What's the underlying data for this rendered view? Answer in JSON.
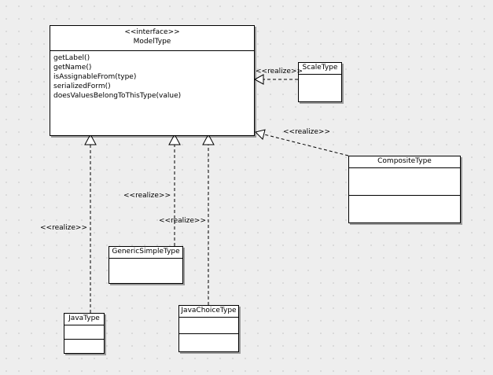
{
  "diagram": {
    "type": "uml-class-diagram",
    "background_color": "#eeeeee",
    "grid_color": "#d8d8d8",
    "box_fill": "#ffffff",
    "line_color": "#000000"
  },
  "classes": {
    "modeltype": {
      "stereotype": "<<interface>>",
      "name": "ModelType",
      "methods": [
        "getLabel()",
        "getName()",
        "isAssignableFrom(type)",
        "serializedForm()",
        "doesValuesBelongToThisType(value)"
      ]
    },
    "scaletype": {
      "name": "ScaleType",
      "methods": []
    },
    "compositetype": {
      "name": "CompositeType",
      "methods": []
    },
    "genericsimpletype": {
      "name": "GenericSimpleType",
      "methods": []
    },
    "javatype": {
      "name": "JavaType",
      "methods": []
    },
    "javachoicetype": {
      "name": "JavaChoiceType",
      "methods": []
    }
  },
  "relationships": [
    {
      "id": "realize-scale",
      "label": "<<realize>>",
      "from": "ScaleType",
      "to": "ModelType",
      "kind": "realization"
    },
    {
      "id": "realize-composite",
      "label": "<<realize>>",
      "from": "CompositeType",
      "to": "ModelType",
      "kind": "realization"
    },
    {
      "id": "realize-javatype",
      "label": "<<realize>>",
      "from": "JavaType",
      "to": "ModelType",
      "kind": "realization"
    },
    {
      "id": "realize-generic",
      "label": "<<realize>>",
      "from": "GenericSimpleType",
      "to": "ModelType",
      "kind": "realization"
    },
    {
      "id": "realize-javachoice",
      "label": "<<realize>>",
      "from": "JavaChoiceType",
      "to": "ModelType",
      "kind": "realization"
    }
  ]
}
